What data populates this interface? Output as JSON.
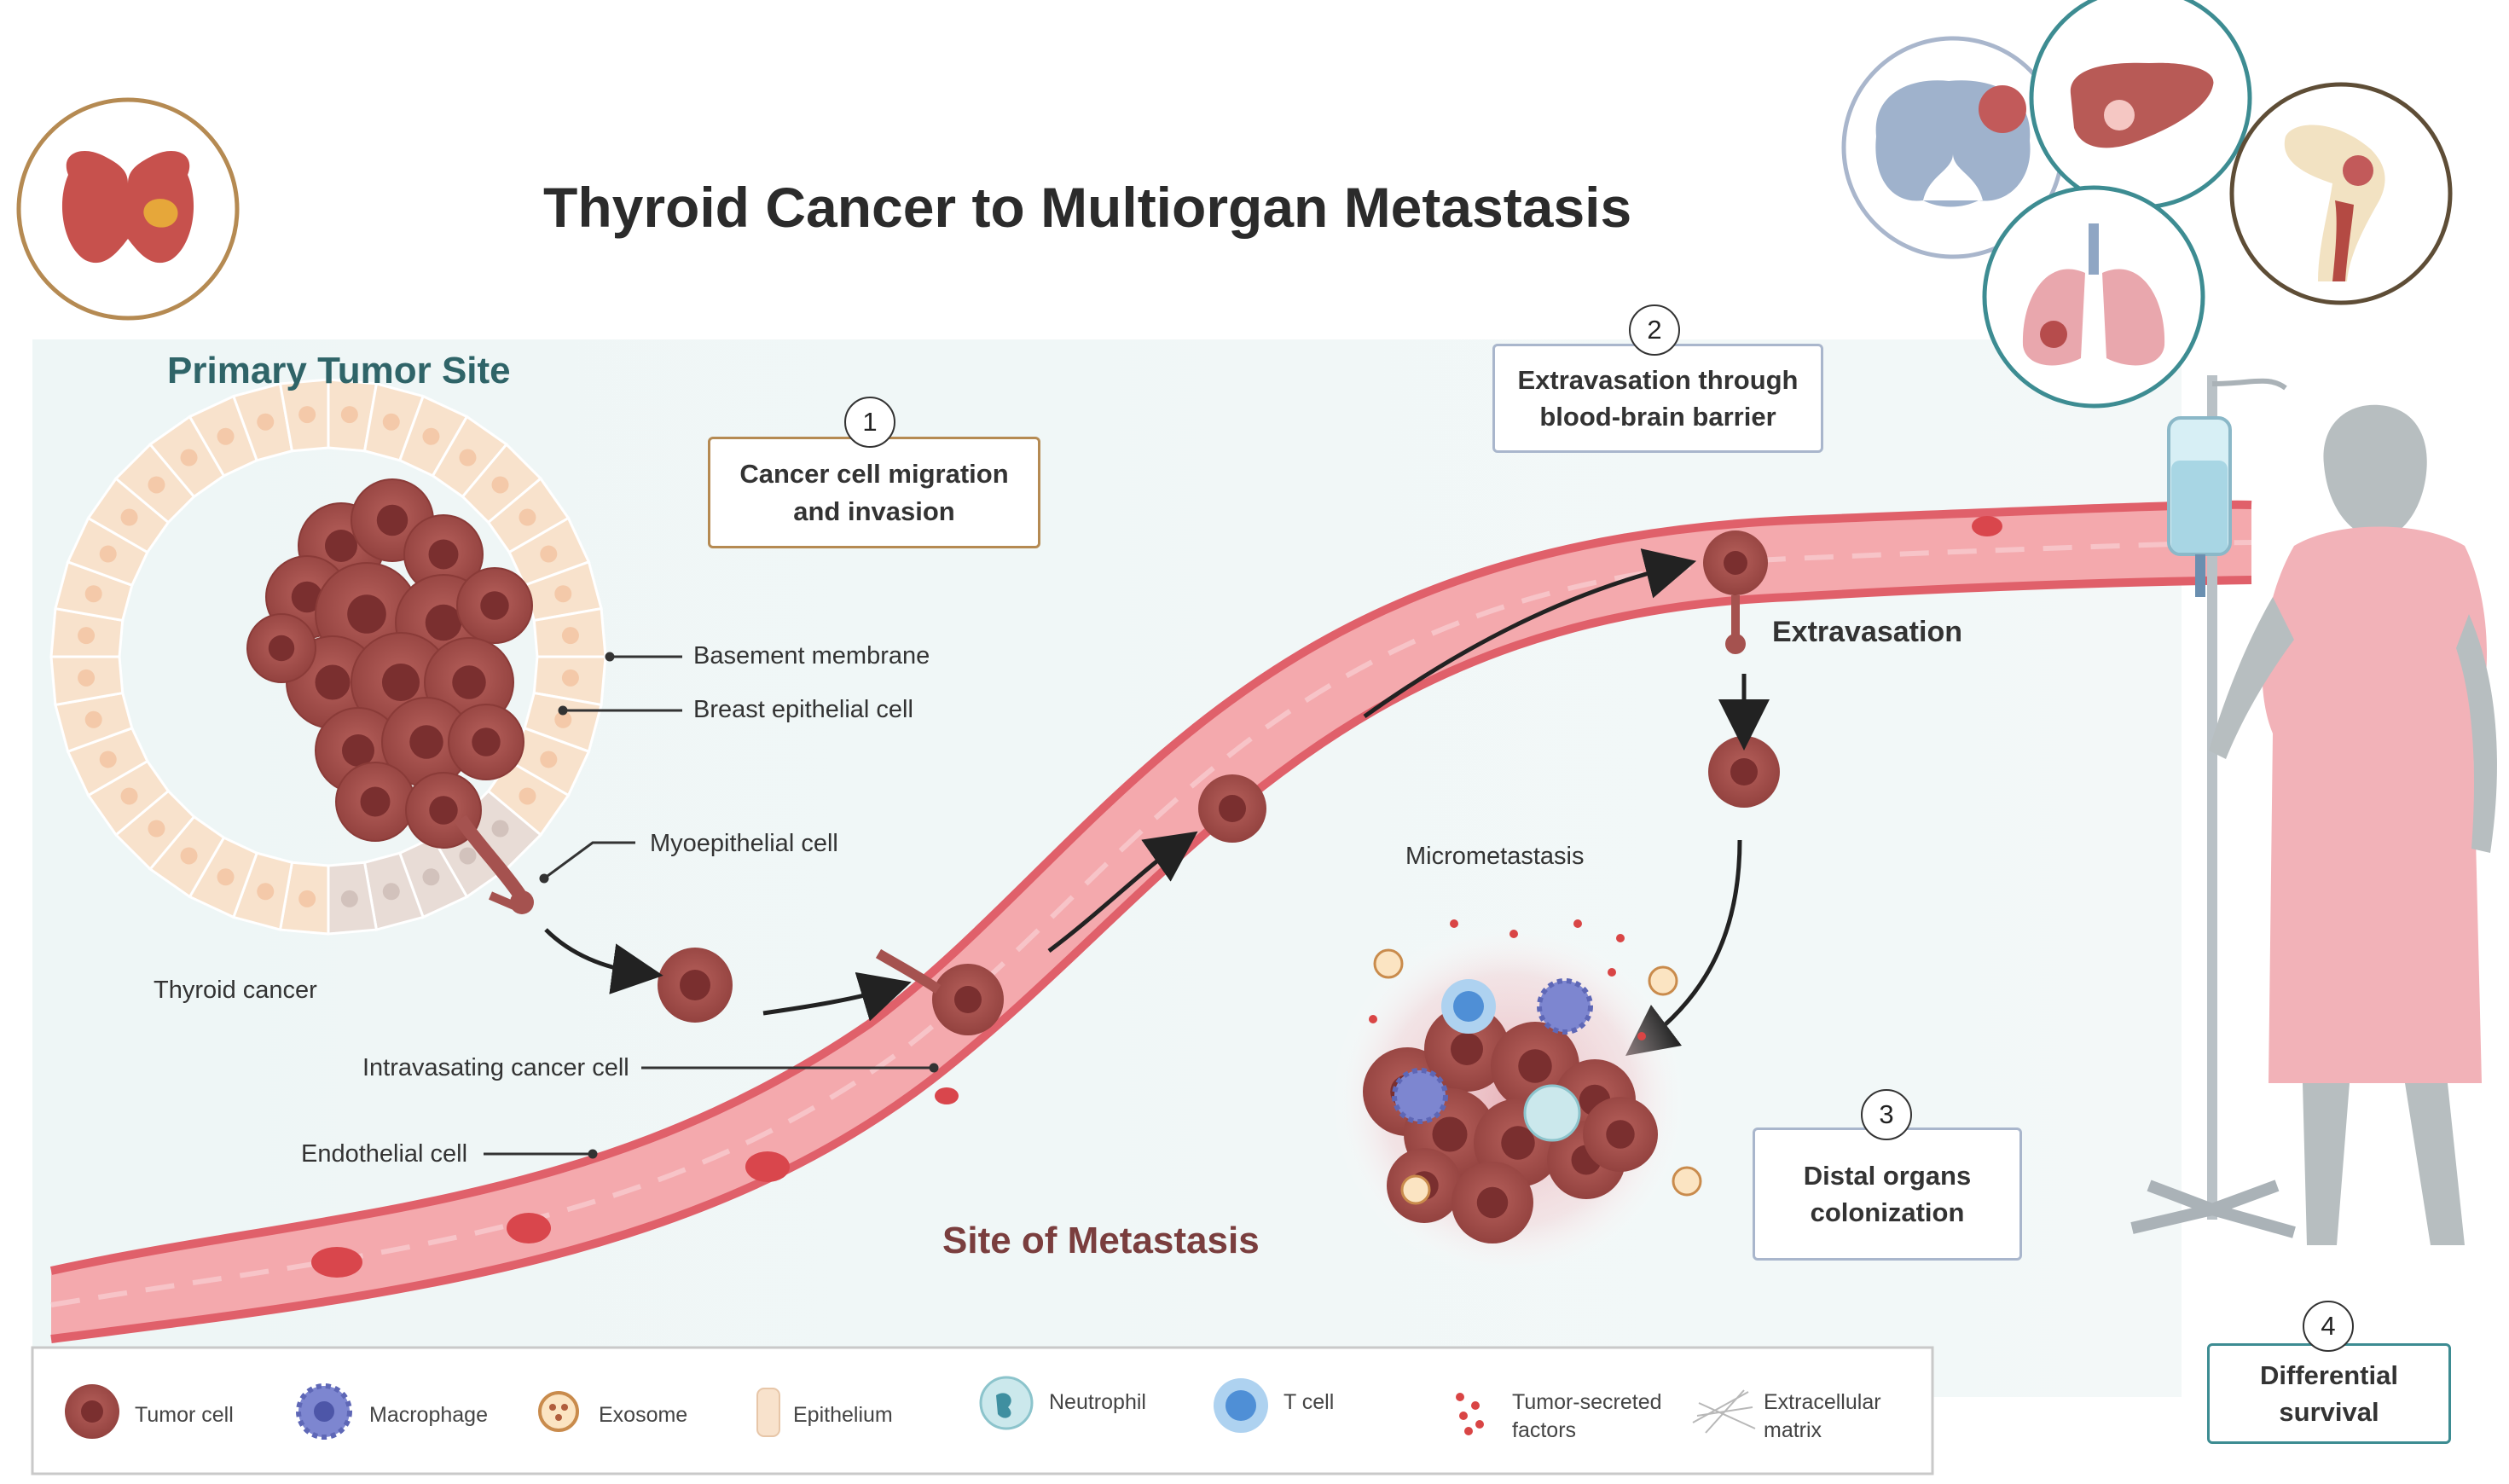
{
  "title": "Thyroid Cancer to Multiorgan Metastasis",
  "sections": {
    "primary": "Primary Tumor Site",
    "metastasis": "Site of Metastasis"
  },
  "steps": [
    {
      "number": "1",
      "line1": "Cancer cell migration",
      "line2": "and invasion"
    },
    {
      "number": "2",
      "line1": "Extravasation through",
      "line2": "blood-brain barrier"
    },
    {
      "number": "3",
      "line1": "Distal organs",
      "line2": "colonization"
    },
    {
      "number": "4",
      "line1": "Differential",
      "line2": "survival"
    }
  ],
  "labels": {
    "basement_membrane": "Basement membrane",
    "breast_epithelial": "Breast epithelial cell",
    "myoepithelial": "Myoepithelial cell",
    "thyroid_cancer": "Thyroid cancer",
    "intravasating": "Intravasating cancer cell",
    "endothelial": "Endothelial cell",
    "extravasation": "Extravasation",
    "micrometastasis": "Micrometastasis"
  },
  "legend": {
    "tumor_cell": "Tumor cell",
    "macrophage": "Macrophage",
    "exosome": "Exosome",
    "epithelium": "Epithelium",
    "neutrophil": "Neutrophil",
    "t_cell": "T cell",
    "tumor_secreted_1": "Tumor-secreted",
    "tumor_secreted_2": "factors",
    "ecm_1": "Extracellular",
    "ecm_2": "matrix"
  },
  "colors": {
    "tumor": "#a5524f",
    "tumor_dark": "#7a2f2f",
    "vessel": "#f4a9ad",
    "vessel_wall": "#e0606a",
    "epithelium": "#f8e2cc",
    "primary_teal": "#2f6468",
    "metastasis_brown": "#7a3e3e",
    "ring_gold": "#b58a52",
    "ring_teal": "#3d8c92",
    "ring_blue": "#a9b6cc",
    "ring_dark": "#5e4d36",
    "patient": "#b7bec0",
    "gown": "#f2b2b8"
  },
  "icons": [
    "thyroid-icon",
    "brain-icon",
    "liver-icon",
    "bone-icon",
    "lung-icon",
    "iv-drip-icon",
    "patient-icon"
  ]
}
